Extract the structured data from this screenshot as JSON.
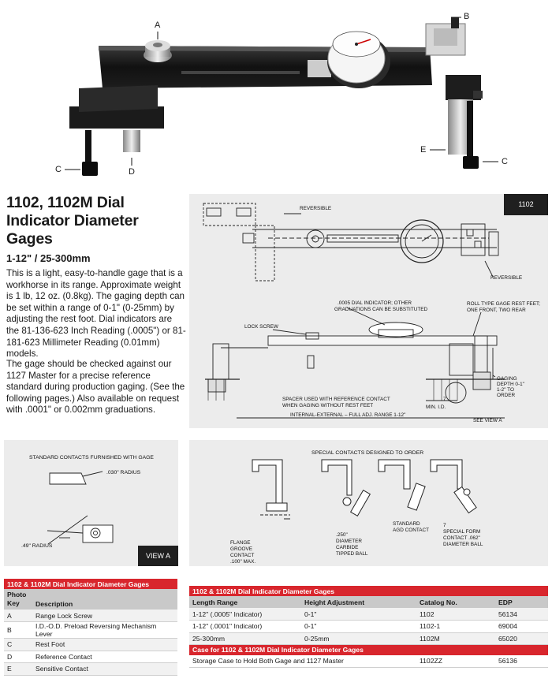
{
  "photo": {
    "callouts": [
      "A",
      "B",
      "C",
      "D",
      "E",
      "C"
    ]
  },
  "header": {
    "title": "1102, 1102M Dial Indicator Diameter Gages",
    "subtitle": "1-12\" / 25-300mm"
  },
  "body": {
    "para1": "This is a light, easy-to-handle gage that is a workhorse in its range. Approximate weight is 1 lb, 12 oz. (0.8kg). The gaging depth can be set within a range of 0-1\" (0-25mm) by adjusting the rest foot. Dial indicators are the 81-136-623 Inch Reading (.0005\") or 81-181-623 Millimeter Reading (0.01mm) models.",
    "para2": "The gage should be checked against our 1127 Master for a precise reference standard during production gaging. (See the following pages.) Also available on request with .0001\" or 0.002mm graduations."
  },
  "drawing_main": {
    "tag": "1102",
    "labels": {
      "reversible_top": "REVERSIBLE",
      "reversible_side": "REVERSIBLE",
      "dial_note_1": ".0005 DIAL INDICATOR; OTHER",
      "dial_note_2": "GRADUATIONS CAN BE SUBSTITUTED",
      "rest_feet_1": "ROLL TYPE GAGE REST FEET;",
      "rest_feet_2": "ONE FRONT, TWO REAR",
      "lock_screw": "LOCK SCREW",
      "gaging_1": "GAGING",
      "gaging_2": "DEPTH 0-1\"",
      "gaging_3": "1-2\" TO",
      "gaging_4": "ORDER",
      "spacer_1": "SPACER USED WITH REFERENCE CONTACT",
      "spacer_2": "WHEN GAGING WITHOUT REST FEET",
      "min_id": "MIN. I.D.",
      "seven": "7",
      "range": "INTERNAL-EXTERNAL – FULL ADJ. RANGE 1-12\"",
      "see_view": "SEE VIEW A"
    }
  },
  "drawing_std": {
    "title": "STANDARD CONTACTS FURNISHED WITH GAGE",
    "radius_030": ".030\" RADIUS",
    "radius_49": ".49\" RADIUS",
    "view_tag": "VIEW A"
  },
  "drawing_special": {
    "title": "SPECIAL CONTACTS DESIGNED TO ORDER",
    "flange": [
      "FLANGE",
      "GROOVE",
      "CONTACT",
      ".100\" MAX."
    ],
    "carbide": [
      ".250\"",
      "DIAMETER",
      "CARBIDE",
      "TIPPED BALL"
    ],
    "standard": [
      "STANDARD",
      "AGD CONTACT"
    ],
    "special_form": [
      "7",
      "SPECIAL FORM",
      "CONTACT .062\"",
      "DIAMETER BALL"
    ]
  },
  "table_keys": {
    "caption": "1102 & 1102M Dial Indicator Diameter Gages",
    "headers": [
      "Photo Key",
      "Description"
    ],
    "rows": [
      [
        "A",
        "Range Lock Screw"
      ],
      [
        "B",
        "I.D.-O.D. Preload Reversing Mechanism Lever"
      ],
      [
        "C",
        "Rest Foot"
      ],
      [
        "D",
        "Reference Contact"
      ],
      [
        "E",
        "Sensitive Contact"
      ]
    ]
  },
  "table_catalog": {
    "caption": "1102 & 1102M Dial Indicator Diameter Gages",
    "headers": [
      "Length Range",
      "Height Adjustment",
      "Catalog No.",
      "EDP"
    ],
    "rows": [
      [
        "1-12\" (.0005\" Indicator)",
        "0-1\"",
        "1102",
        "56134"
      ],
      [
        "1-12\" (.0001\" Indicator)",
        "0-1\"",
        "1102-1",
        "69004"
      ],
      [
        "25-300mm",
        "0-25mm",
        "1102M",
        "65020"
      ]
    ],
    "case_caption": "Case for 1102 & 1102M Dial Indicator Diameter Gages",
    "case_rows": [
      [
        "Storage Case to Hold Both Gage and 1127 Master",
        "",
        "1102ZZ",
        "56136"
      ]
    ]
  },
  "colors": {
    "accent_red": "#d8262d",
    "dark_tag": "#1f1f1f",
    "drawing_bg": "#ececec"
  }
}
